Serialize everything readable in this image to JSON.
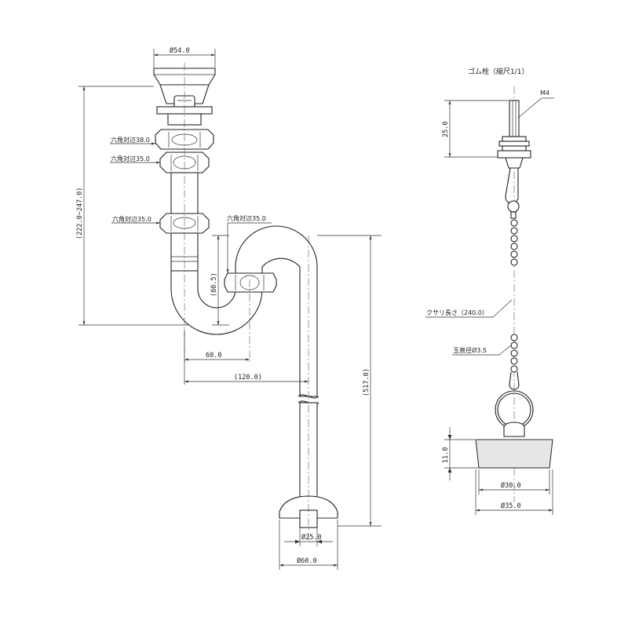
{
  "labels": {
    "top_dia": "Ø54.0",
    "hex38": "六角対辺38.0",
    "hex35_upper": "六角対辺35.0",
    "hex35_mid": "六角対辺35.0",
    "hex35_right": "六角対辺35.0",
    "height_range": "(222.0~247.0)",
    "trap_height": "(80.5)",
    "offset60": "60.0",
    "offset120": "(120.0)",
    "total_height": "(517.0)",
    "pipe_dia": "Ø25.0",
    "flange_dia": "Ø60.0"
  },
  "plug": {
    "title": "ゴム栓（縮尺1/1）",
    "thread": "M4",
    "stem_len": "25.0",
    "chain_len": "クサリ長さ（240.0）",
    "ball_dia": "玉直径Ø3.5",
    "plug_height": "11.0",
    "bottom_dia": "Ø30.0",
    "top_dia": "Ø35.0"
  }
}
